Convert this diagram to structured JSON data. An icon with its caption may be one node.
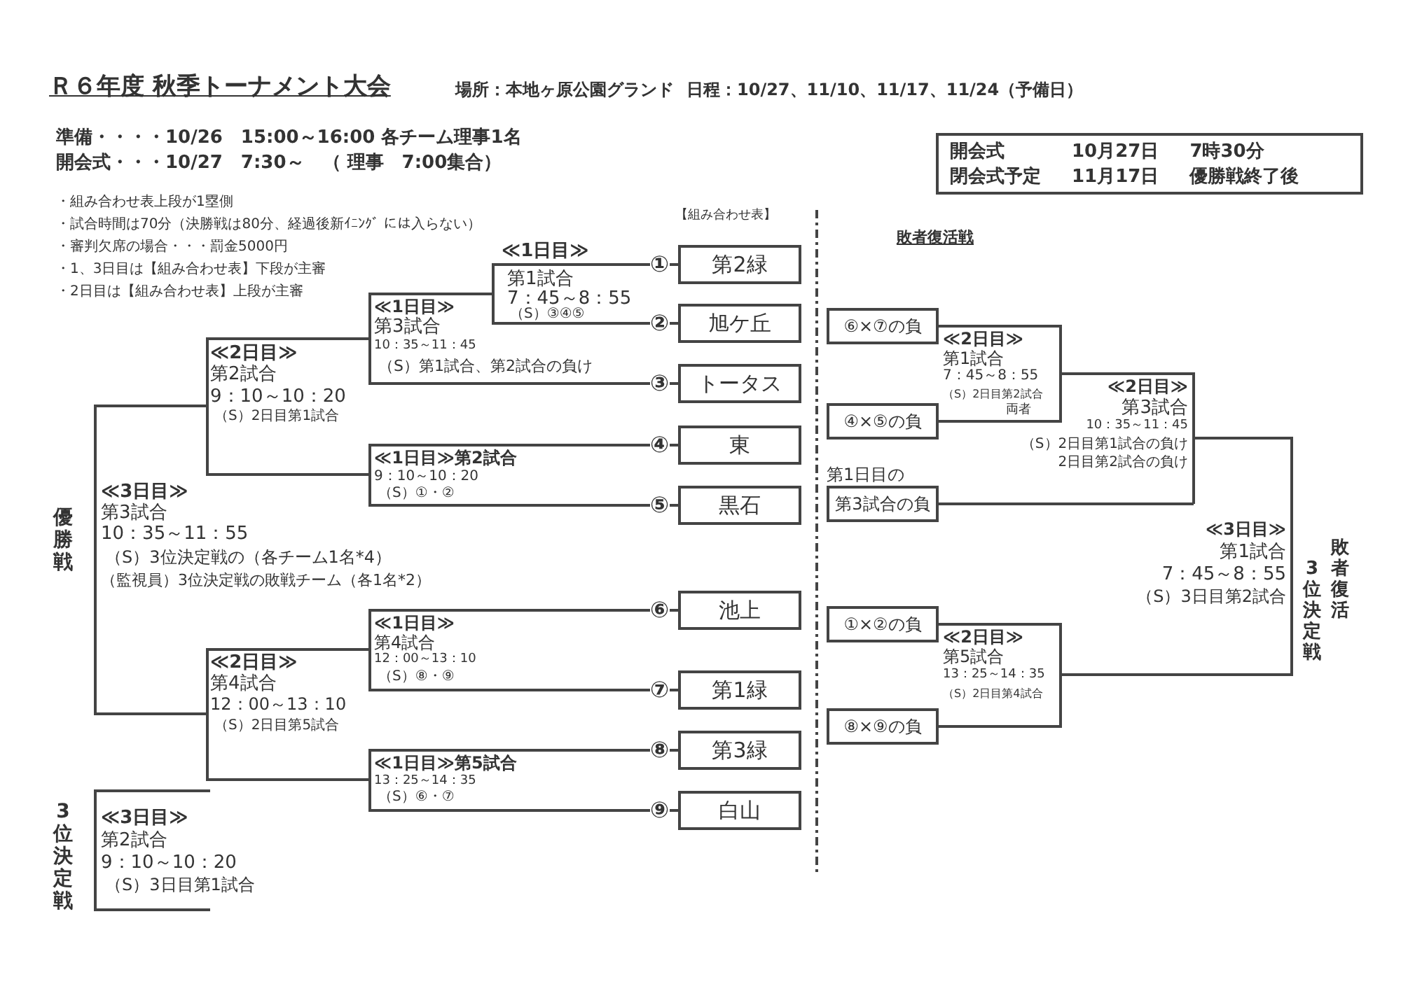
{
  "diagram": {
    "title": "Ｒ６年度 秋季トーナメント大会",
    "nodes": [
      {
        "text": [
          "開会式",
          "10月27日",
          "7時30分",
          "閉会式予定",
          "11月17日",
          "優勝戦終了後"
        ]
      },
      {
        "text": [
          "第2緑"
        ],
        "beside": [
          "①"
        ]
      },
      {
        "text": [
          "旭ケ丘"
        ],
        "beside": [
          "②"
        ]
      },
      {
        "text": [
          "トータス"
        ],
        "beside": [
          "③"
        ]
      },
      {
        "text": [
          "東"
        ],
        "beside": [
          "④"
        ]
      },
      {
        "text": [
          "黒石"
        ],
        "beside": [
          "⑤"
        ]
      },
      {
        "text": [
          "池上"
        ],
        "beside": [
          "⑥"
        ]
      },
      {
        "text": [
          "第1緑"
        ],
        "beside": [
          "⑦"
        ]
      },
      {
        "text": [
          "第3緑"
        ],
        "beside": [
          "⑧"
        ]
      },
      {
        "text": [
          "白山"
        ],
        "beside": [
          "⑨"
        ]
      },
      {
        "text": [
          "⑥×⑦の負"
        ]
      },
      {
        "text": [
          "④×⑤の負"
        ]
      },
      {
        "text": [
          "第1日目の",
          "第3試合の負"
        ]
      },
      {
        "text": [
          "①×②の負"
        ]
      },
      {
        "text": [
          "⑧×⑨の負"
        ]
      }
    ],
    "edges": [
      {
        "from": 1,
        "to": 2,
        "arrow": "none"
      },
      {
        "from": 4,
        "to": 5,
        "arrow": "none"
      },
      {
        "from": 6,
        "to": 7,
        "arrow": "none"
      },
      {
        "from": 8,
        "to": 9,
        "arrow": "none"
      },
      {
        "from": 10,
        "to": 11,
        "arrow": "none"
      },
      {
        "from": 13,
        "to": 14,
        "arrow": "none"
      },
      {
        "from": 3,
        "to": null,
        "arrow": "none"
      },
      {
        "from": 12,
        "to": null,
        "arrow": "none"
      }
    ],
    "labels": [
      "場所：本地ヶ原公園グランド",
      "日程：10/27、11/10、11/17、11/24（予備日）",
      "準備・・・・10/26　15:00～16:00 各チーム理事1名",
      "開会式・・・10/27　7:30～　（ 理事　7:00集合）",
      "・組み合わせ表上段が1塁側",
      "・試合時間は70分（決勝戦は80分、経過後新ｲﾆﾝｸﾞ には入らない）",
      "・審判欠席の場合・・・罰金5000円",
      "・1、3日目は【組み合わせ表】下段が主審",
      "・2日目は【組み合わせ表】上段が主審",
      "【組み合わせ表】",
      "敗者復活戦",
      "≪1日目≫",
      "第1試合",
      "7：45～8：55",
      "（S）③④⑤",
      "≪1日目≫",
      "第3試合",
      "10：35～11：45",
      "（S）第1試合、第2試合の負け",
      "≪2日目≫",
      "第2試合",
      "9：10～10：20",
      "（S）2日目第1試合",
      "≪1日目≫第2試合",
      "9：10～10：20",
      "（S）①・②",
      "優勝戦",
      "≪3日目≫",
      "第3試合",
      "10：35～11：55",
      "（S）3位決定戦の（各チーム1名*4）",
      "（監視員）3位決定戦の敗戦チーム（各1名*2）",
      "≪1日目≫",
      "第4試合",
      "12：00～13：10",
      "（S）⑧・⑨",
      "≪2日目≫",
      "第4試合",
      "12：00～13：10",
      "（S）2日目第5試合",
      "≪1日目≫第5試合",
      "13：25～14：35",
      "（S）⑥・⑦",
      "3位決定戦",
      "≪3日目≫",
      "第2試合",
      "9：10～10：20",
      "（S）3日目第1試合",
      "≪2日目≫",
      "第1試合",
      "7：45～8：55",
      "（S）2日目第2試合",
      "両者",
      "≪2日目≫",
      "第3試合",
      "10：35～11：45",
      "（S）2日目第1試合の負け",
      "2日目第2試合の負け",
      "≪3日目≫",
      "第1試合",
      "7：45～8：55",
      "（S）3日目第2試合",
      "敗者復活",
      "3位決定戦",
      "≪2日目≫",
      "第5試合",
      "13：25～14：35",
      "（S）2日目第4試合"
    ]
  }
}
